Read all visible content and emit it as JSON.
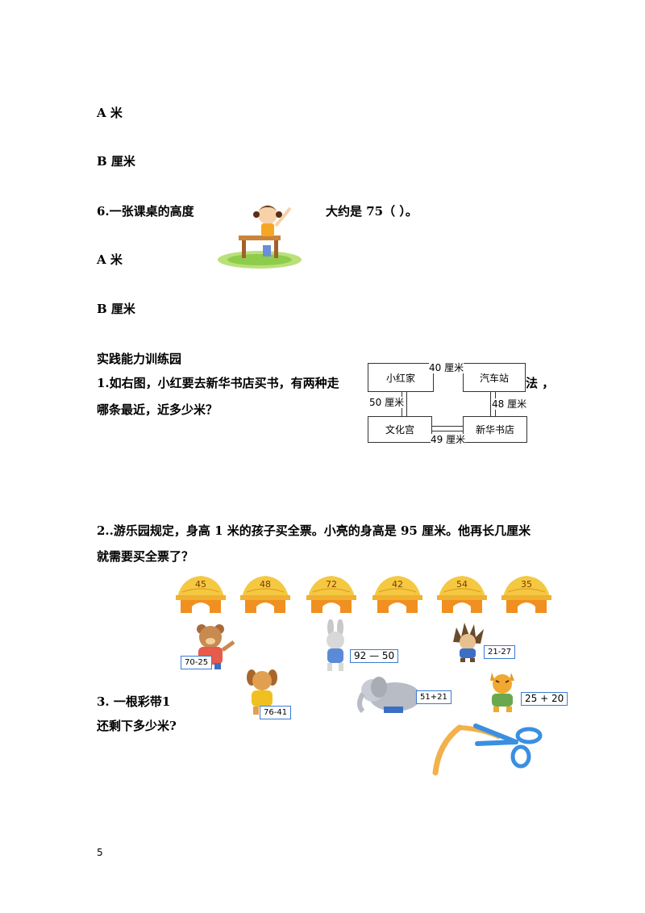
{
  "options_top": {
    "a": "A  米",
    "b": "B  厘米"
  },
  "q6": {
    "text_before": "6.一张课桌的高度",
    "text_after": "大约是 75（      ）。",
    "opt_a": "A  米",
    "opt_b": "B  厘米"
  },
  "section_title": "实践能力训练园",
  "q1": {
    "line1_before": "1.如右图，小红要去新华书店买书，有两种走",
    "line1_after": "法  ，",
    "line2": "哪条最近，近多少米？"
  },
  "map": {
    "home": "小红家",
    "bus_station": "汽车站",
    "culture_palace": "文化宫",
    "bookstore": "新华书店",
    "top_dist": "40 厘米",
    "left_dist": "50 厘米",
    "right_dist": "48 厘米",
    "bottom_dist": "49 厘米"
  },
  "q2": {
    "line1": "2..游乐园规定，身高 1 米的孩子买全票。小亮的身高是 95 厘米。他再长几厘米",
    "line2": "就需要买全票了？"
  },
  "huts": [
    "45",
    "48",
    "72",
    "42",
    "54",
    "35"
  ],
  "cards": {
    "bear": "70-25",
    "rabbit": "92 — 50",
    "hedgehog": "21-27",
    "dog": "76-41",
    "elephant": "51+21",
    "tiger": "25 + 20"
  },
  "q3": {
    "line1": "3.  一根彩带1",
    "line2": "还剩下多少米?"
  },
  "page_number": "5"
}
